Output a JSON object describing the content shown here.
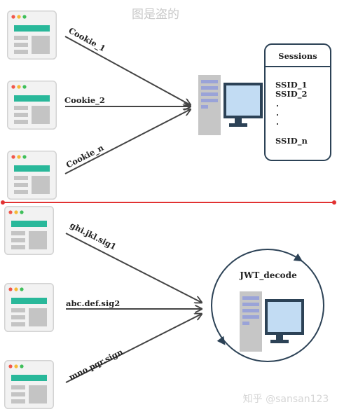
{
  "watermark_top": "图是盗的",
  "watermark_bottom": "知乎 @sansan123",
  "top_section": {
    "arrows": [
      "Cookie_1",
      "Cookie_2",
      "Cookie_n"
    ],
    "sessions": {
      "title": "Sessions",
      "items": [
        "SSID_1",
        "SSID_2",
        ".",
        ".",
        ".",
        "SSID_n"
      ]
    }
  },
  "bottom_section": {
    "arrows": [
      "ghi.jkl.sig1",
      "abc.def.sig2",
      "mno.pqr.sign"
    ],
    "decoder_label": "JWT_decode"
  },
  "colors": {
    "browser_bg": "#f2f2f2",
    "browser_border": "#d3d3d3",
    "browser_header": "#29b89a",
    "browser_block": "#c4c4c4",
    "dot_red": "#f0564a",
    "dot_yellow": "#f6b935",
    "dot_green": "#3fbf5a",
    "divider": "#e13232",
    "arrow": "#444444",
    "server_tower": "#c6c6c6",
    "server_slot": "#9aa3d8",
    "monitor_frame": "#2c4256",
    "monitor_screen": "#c2dcf3"
  },
  "icons": [
    "browser-window-icon",
    "server-computer-icon",
    "cycle-arrow-icon"
  ]
}
